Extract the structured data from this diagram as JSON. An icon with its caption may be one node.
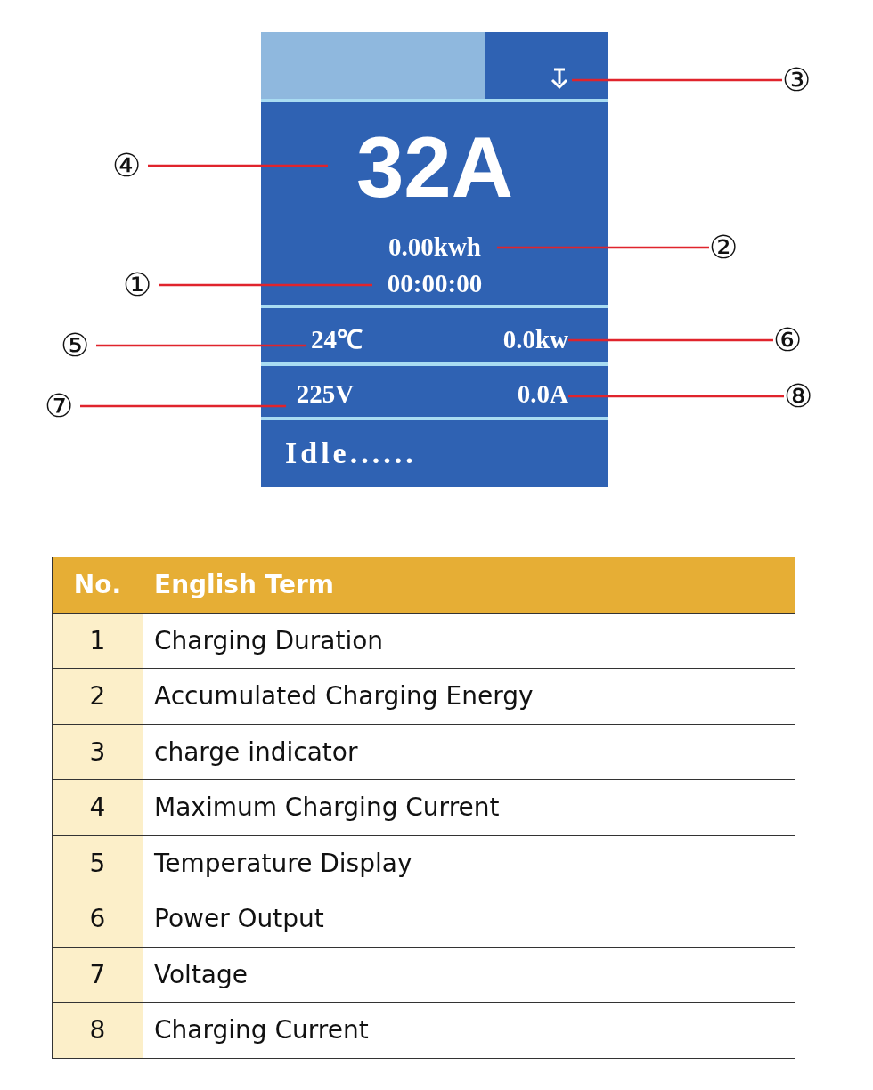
{
  "diagram": {
    "nodes": [
      {
        "text": [],
        "shape": "box"
      },
      {
        "text": [],
        "shape": "arrow",
        "in": 0
      },
      {
        "text": [
          "32A"
        ],
        "in": 0
      },
      {
        "text": [
          "0.00kwh"
        ],
        "in": 0
      },
      {
        "text": [
          "00:00:00"
        ],
        "in": 0
      },
      {
        "text": [
          "24℃"
        ],
        "in": 0
      },
      {
        "text": [
          "0.0kw"
        ],
        "in": 0
      },
      {
        "text": [
          "225V"
        ],
        "in": 0
      },
      {
        "text": [
          "0.0A"
        ],
        "in": 0
      },
      {
        "text": [
          "③"
        ]
      },
      {
        "text": [
          "④"
        ]
      },
      {
        "text": [
          "②"
        ]
      },
      {
        "text": [
          "①"
        ]
      },
      {
        "text": [
          "⑤"
        ]
      },
      {
        "text": [
          "⑥"
        ]
      },
      {
        "text": [
          "⑦"
        ]
      },
      {
        "text": [
          "⑧"
        ]
      }
    ],
    "edges": [
      {
        "from": 9,
        "to": 1,
        "arrow": "none"
      },
      {
        "from": 10,
        "to": 2,
        "arrow": "none"
      },
      {
        "from": 11,
        "to": 3,
        "arrow": "none"
      },
      {
        "from": 12,
        "to": 4,
        "arrow": "none"
      },
      {
        "from": 13,
        "to": 5,
        "arrow": "none"
      },
      {
        "from": 14,
        "to": 6,
        "arrow": "none"
      },
      {
        "from": 15,
        "to": 7,
        "arrow": "none"
      },
      {
        "from": 16,
        "to": 8,
        "arrow": "none"
      }
    ],
    "labels": [
      "Idle......",
      "No.",
      "English Term",
      "1",
      "Charging Duration",
      "2",
      "Accumulated Charging Energy",
      "3",
      "charge indicator",
      "4",
      "Maximum Charging Current",
      "5",
      "Temperature Display",
      "6",
      "Power Output",
      "7",
      "Voltage",
      "8",
      "Charging Current"
    ]
  }
}
